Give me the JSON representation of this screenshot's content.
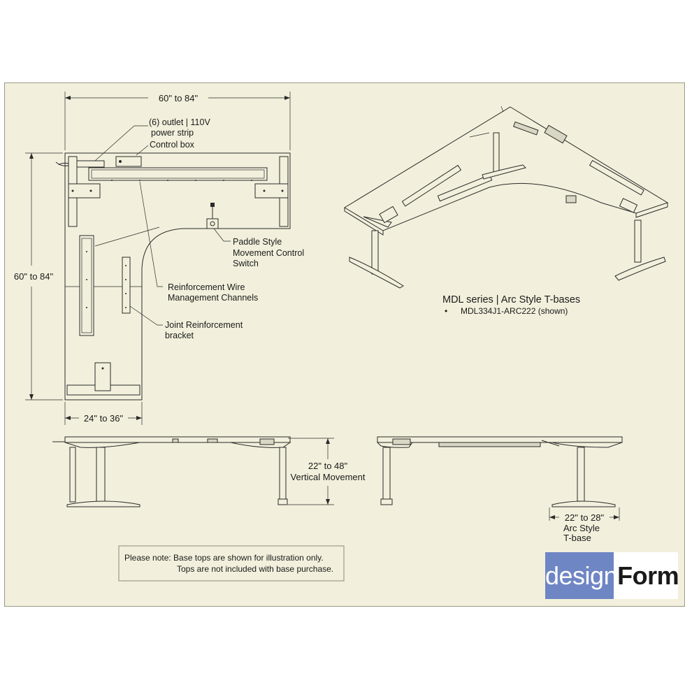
{
  "dimensions": {
    "top_width": "60\" to 84\"",
    "left_height": "60\" to 84\"",
    "return_width": "24\" to 36\"",
    "vertical_movement_range": "22\" to 48\"",
    "vertical_movement_label": "Vertical Movement",
    "base_width": "22\" to 28\"",
    "base_style_line1": "Arc Style",
    "base_style_line2": "T-base"
  },
  "callouts": {
    "power_strip_line1": "(6) outlet | 110V",
    "power_strip_line2": "power strip",
    "control_box": "Control box",
    "paddle_line1": "Paddle Style",
    "paddle_line2": "Movement Control",
    "paddle_line3": "Switch",
    "wire_channels_line1": "Reinforcement Wire",
    "wire_channels_line2": "Management Channels",
    "joint_bracket_line1": "Joint Reinforcement",
    "joint_bracket_line2": "bracket"
  },
  "product": {
    "series_title": "MDL series | Arc Style T-bases",
    "bullet": "•",
    "model": "MDL334J1-ARC222 (shown)"
  },
  "note": {
    "line1": "Please note: Base tops are shown for illustration only.",
    "line2": "Tops are not included with base purchase."
  },
  "logo": {
    "part1": "design",
    "part2": "Form",
    "colors": {
      "blue": "#6f86c4",
      "white": "#ffffff"
    }
  }
}
